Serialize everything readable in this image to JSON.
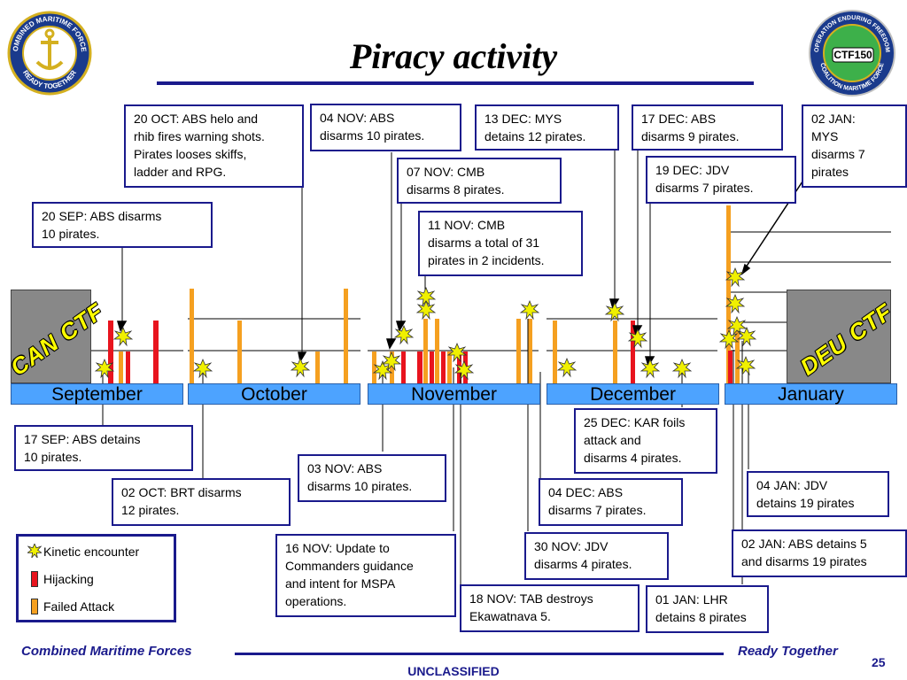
{
  "title": "Piracy activity",
  "logos": {
    "left": {
      "ring_text_top": "COMBINED MARITIME FORCES",
      "ring_text_bottom": "READY TOGETHER"
    },
    "right": {
      "ring_text_top": "OPERATION ENDURING FREEDOM",
      "ring_text_bottom": "COALITION MARITIME FORCE",
      "badge": "CTF150"
    }
  },
  "months": [
    "September",
    "October",
    "November",
    "December",
    "January"
  ],
  "flags": {
    "left": "CAN CTF",
    "right": "DEU CTF"
  },
  "events": {
    "sep20": "20 SEP: ABS disarms\n10 pirates.",
    "oct20": "20 OCT: ABS helo and\nrhib fires warning shots.\nPirates looses skiffs,\nladder and RPG.",
    "nov04": "04 NOV: ABS\ndisarms 10 pirates.",
    "nov07": "07 NOV: CMB\ndisarms 8 pirates.",
    "nov11": "11 NOV: CMB\ndisarms a total of 31\npirates in 2 incidents.",
    "dec13": "13 DEC: MYS\ndetains 12 pirates.",
    "dec17": "17 DEC: ABS\ndisarms 9 pirates.",
    "dec19": "19 DEC: JDV\ndisarms 7 pirates.",
    "jan02a": "02 JAN:\nMYS\ndisarms 7\npirates",
    "sep17": "17 SEP: ABS detains\n10 pirates.",
    "oct02": "02 OCT: BRT disarms\n12 pirates.",
    "nov03": "03 NOV: ABS\ndisarms 10 pirates.",
    "nov16": "16 NOV: Update to\nCommanders guidance\nand intent for MSPA\noperations.",
    "nov18": "18 NOV: TAB destroys\nEkawatnava 5.",
    "nov30": "30 NOV: JDV\ndisarms 4 pirates.",
    "dec04": "04 DEC: ABS\ndisarms 7 pirates.",
    "dec25": "25 DEC: KAR foils\nattack and\ndisarms 4 pirates.",
    "jan04": "04 JAN: JDV\ndetains 19 pirates",
    "jan02b": "02 JAN: ABS detains 5\nand disarms 19 pirates",
    "jan01": "01 JAN: LHR\ndetains 8 pirates"
  },
  "legend": {
    "kinetic": "Kinetic encounter",
    "hijacking": "Hijacking",
    "failed": "Failed Attack"
  },
  "colors": {
    "hijacking": "#e8141e",
    "failed": "#f5a020",
    "kinetic": "#f0f000",
    "accent": "#1a1a8c",
    "month_bar": "#4da3ff"
  },
  "footer": {
    "left": "Combined Maritime Forces",
    "right": "Ready Together",
    "page": "25",
    "classification": "UNCLASSIFIED"
  }
}
